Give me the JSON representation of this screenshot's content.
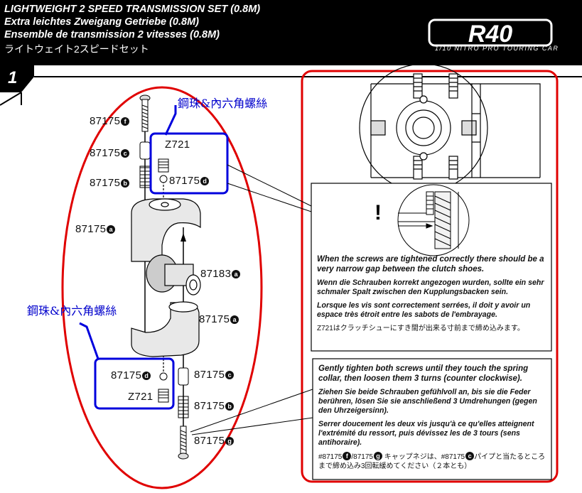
{
  "header": {
    "title_en": "LIGHTWEIGHT 2 SPEED TRANSMISSION SET (0.8M)",
    "title_de": "Extra leichtes Zweigang Getriebe (0.8M)",
    "title_fr": "Ensemble de transmission 2 vitesses (0.8M)",
    "title_jp": "ライトウェイト2スピードセット",
    "logo_text": "R40",
    "logo_subtitle": "1/10 NITRO PRO TOURING CAR"
  },
  "step": {
    "number": "1"
  },
  "part_labels": [
    {
      "code": "87175",
      "mark": "f"
    },
    {
      "code": "87175",
      "mark": "c"
    },
    {
      "code": "87175",
      "mark": "b"
    },
    {
      "code": "87175",
      "mark": "a"
    },
    {
      "code": "87183",
      "mark": "a"
    },
    {
      "code": "87175",
      "mark": "a"
    },
    {
      "code": "87175",
      "mark": "c"
    },
    {
      "code": "87175",
      "mark": "b"
    },
    {
      "code": "87175",
      "mark": "g"
    }
  ],
  "callouts": {
    "top": {
      "screw": "Z721",
      "code": "87175",
      "mark": "d"
    },
    "bottom": {
      "code": "87175",
      "mark": "d",
      "screw": "Z721"
    }
  },
  "annotations": {
    "top": "鋼珠&內六角螺絲",
    "bottom": "鋼珠&內六角螺絲"
  },
  "notes": {
    "gap": {
      "en": "When the screws are tightened correctly there should be a very narrow gap between the clutch shoes.",
      "de": "Wenn die Schrauben korrekt angezogen wurden, sollte ein sehr schmaler Spalt zwischen den Kupplungsbacken sein.",
      "fr": "Lorsque les vis sont correctement serrées, il doit y avoir un espace très étroit entre les sabots de l'embrayage.",
      "jp": "Z721はクラッチシューにすき間が出来る寸前まで締め込みます。"
    },
    "tighten": {
      "en": "Gently tighten both screws until they touch the spring collar, then loosen them  3 turns (counter clockwise).",
      "de": "Ziehen Sie beide Schrauben gefühlvoll an, bis sie die Feder berühren, lösen Sie sie anschließend 3 Umdrehungen (gegen den Uhrzeigersinn).",
      "fr": "Serrer doucement les deux vis jusqu'à ce qu'elles atteignent l'extrémité du ressort, puis dévissez les de 3 tours (sens antihoraire).",
      "jp_codes": "#87175",
      "jp_mark1": "f",
      "jp_sep": "/87175",
      "jp_mark2": "g",
      "jp_text1": " キャップネジは、#87175",
      "jp_mark3": "c",
      "jp_text2": "パイプと当たるところまで締め込み3回転緩めてください（２本とも）"
    }
  },
  "colors": {
    "header_bg": "#000000",
    "highlight_red": "#e00000",
    "highlight_blue": "#0000dd"
  }
}
